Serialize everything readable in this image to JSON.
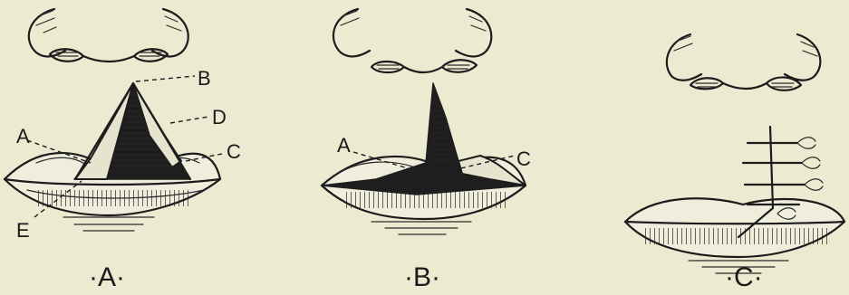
{
  "panels": [
    {
      "caption": "·A·",
      "labels": {
        "a": "A",
        "b": "B",
        "c": "C",
        "d": "D",
        "e": "E"
      }
    },
    {
      "caption": "·B·",
      "labels": {
        "a": "A",
        "c": "C"
      }
    },
    {
      "caption": "·C·"
    }
  ]
}
